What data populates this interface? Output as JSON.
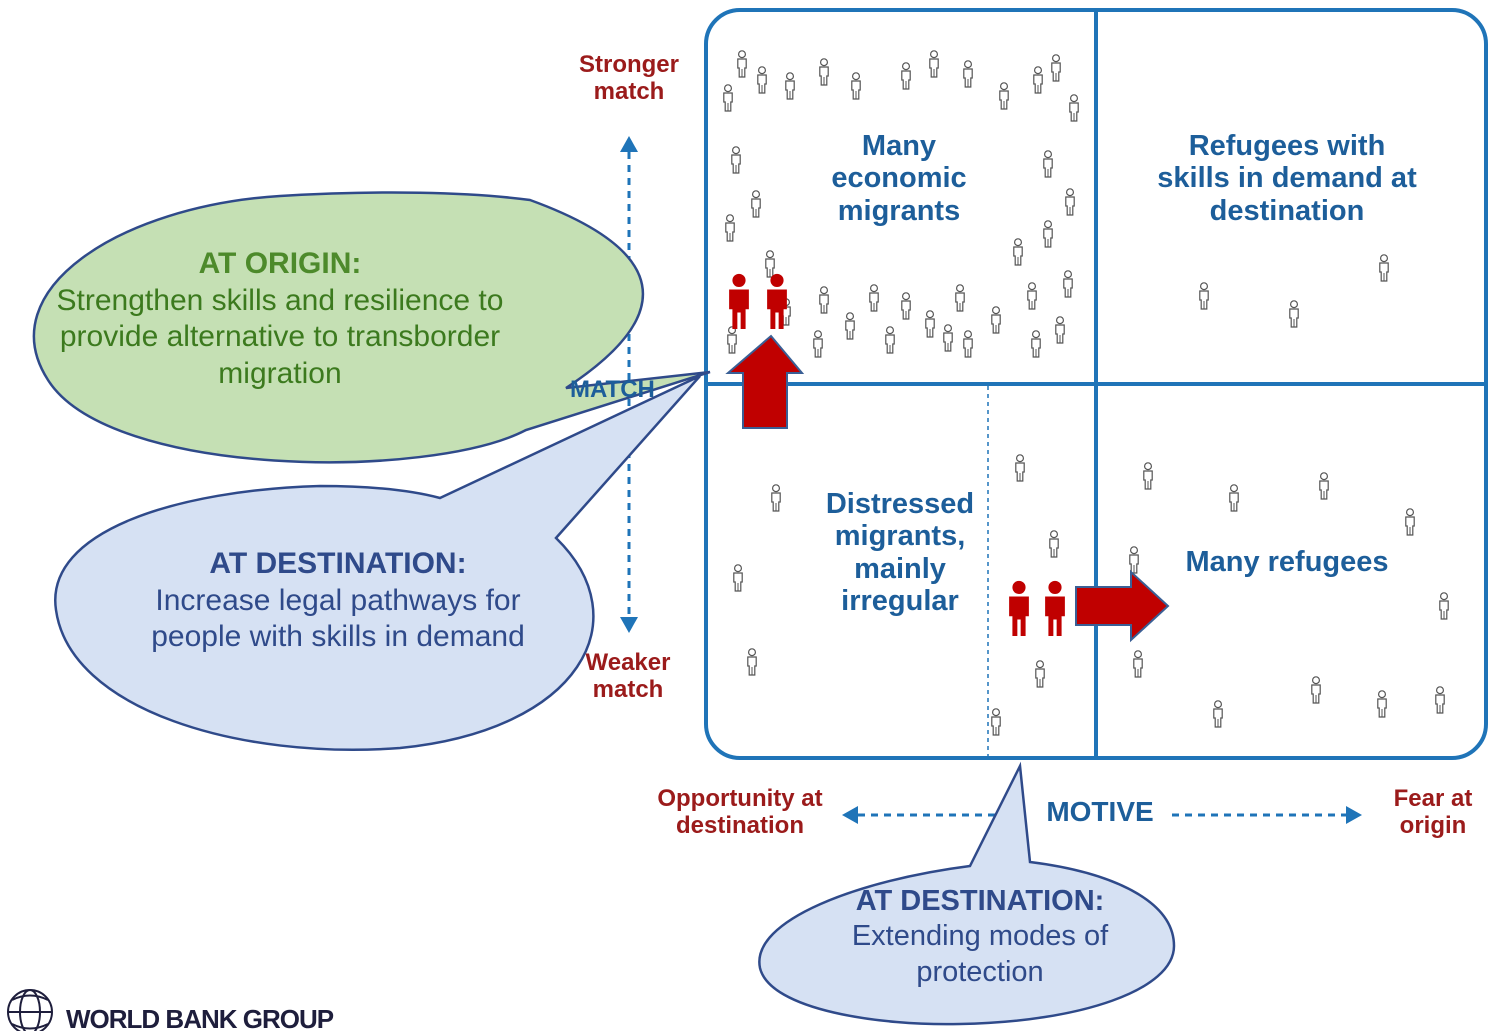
{
  "axis": {
    "vertical": {
      "top": "Stronger match",
      "bottom": "Weaker match",
      "hidden": "MATCH"
    },
    "horizontal": {
      "center": "MOTIVE",
      "left": "Opportunity at destination",
      "right": "Fear at origin"
    }
  },
  "quadrants": {
    "top_left": "Many economic migrants",
    "top_right": "Refugees with skills in demand at destination",
    "bottom_left": "Distressed migrants, mainly irregular",
    "bottom_right": "Many refugees"
  },
  "callouts": {
    "origin": {
      "heading": "AT ORIGIN:",
      "body": "Strengthen skills and resilience to provide alternative to transborder migration"
    },
    "destination_legal": {
      "heading": "AT DESTINATION:",
      "body": "Increase legal pathways for people with skills in demand"
    },
    "destination_protection": {
      "heading": "AT DESTINATION:",
      "body": "Extending modes of protection"
    }
  },
  "logo": {
    "text": "WORLD BANK GROUP"
  },
  "colors": {
    "frame": "#1f74b8",
    "axis_label": "#9b1b1b",
    "quadrant_text": "#1d5e9a",
    "arrow_fill": "#c00000",
    "arrow_stroke": "#3a5f95",
    "origin_bubble": "#c5e0b4",
    "destination_bubble": "#d6e1f3",
    "bubble_border": "#2f4a8a"
  },
  "icons": [
    "person-outline-icon",
    "person-red-icon",
    "block-arrow-up-icon",
    "block-arrow-right-icon",
    "globe-logo-icon"
  ]
}
